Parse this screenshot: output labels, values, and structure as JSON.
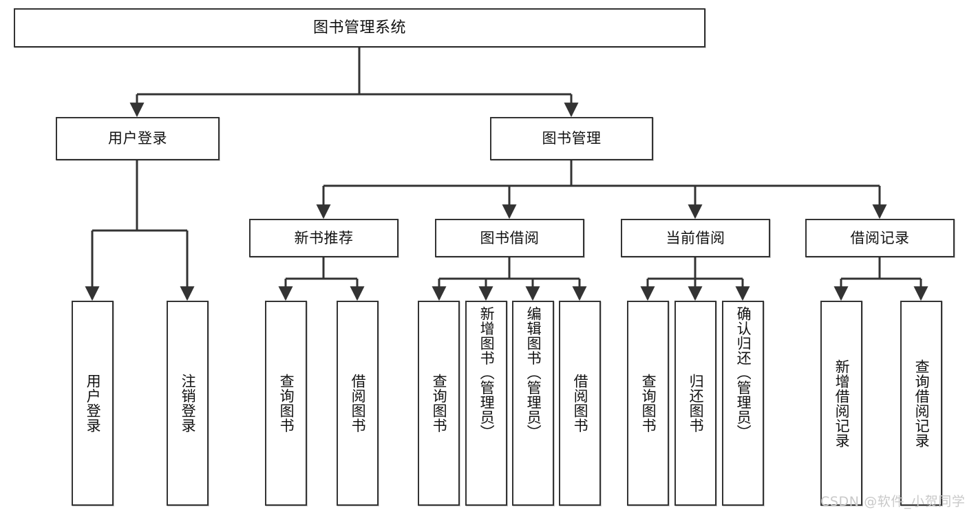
{
  "diagram": {
    "title": "图书管理系统",
    "type": "tree-hierarchy",
    "watermark": "CSDN @软件_小贺同学",
    "colors": {
      "box_border": "#333333",
      "box_fill": "#ffffff",
      "connector": "#333333",
      "text": "#111111",
      "watermark": "#c9c9c9",
      "background": "#ffffff"
    },
    "root": {
      "label": "图书管理系统"
    },
    "level1": [
      {
        "id": "user-login",
        "label": "用户登录"
      },
      {
        "id": "book-manage",
        "label": "图书管理"
      }
    ],
    "level2": [
      {
        "id": "new-book-rec",
        "label": "新书推荐",
        "parent": "book-manage"
      },
      {
        "id": "book-borrow",
        "label": "图书借阅",
        "parent": "book-manage"
      },
      {
        "id": "current-borrow",
        "label": "当前借阅",
        "parent": "book-manage"
      },
      {
        "id": "borrow-record",
        "label": "借阅记录",
        "parent": "book-manage"
      }
    ],
    "leaves": {
      "user-login": [
        {
          "id": "leaf-user-login",
          "label": "用户登录"
        },
        {
          "id": "leaf-logout",
          "label": "注销登录"
        }
      ],
      "new-book-rec": [
        {
          "id": "leaf-query-book-1",
          "label": "查询图书"
        },
        {
          "id": "leaf-borrow-book-1",
          "label": "借阅图书"
        }
      ],
      "book-borrow": [
        {
          "id": "leaf-query-book-2",
          "label": "查询图书"
        },
        {
          "id": "leaf-add-book",
          "label": "新增图书（管理员）"
        },
        {
          "id": "leaf-edit-book",
          "label": "编辑图书（管理员）"
        },
        {
          "id": "leaf-borrow-book-2",
          "label": "借阅图书"
        }
      ],
      "current-borrow": [
        {
          "id": "leaf-query-book-3",
          "label": "查询图书"
        },
        {
          "id": "leaf-return-book",
          "label": "归还图书"
        },
        {
          "id": "leaf-confirm-return",
          "label": "确认归还（管理员）"
        }
      ],
      "borrow-record": [
        {
          "id": "leaf-add-record",
          "label": "新增借阅记录"
        },
        {
          "id": "leaf-query-record",
          "label": "查询借阅记录"
        }
      ]
    }
  }
}
